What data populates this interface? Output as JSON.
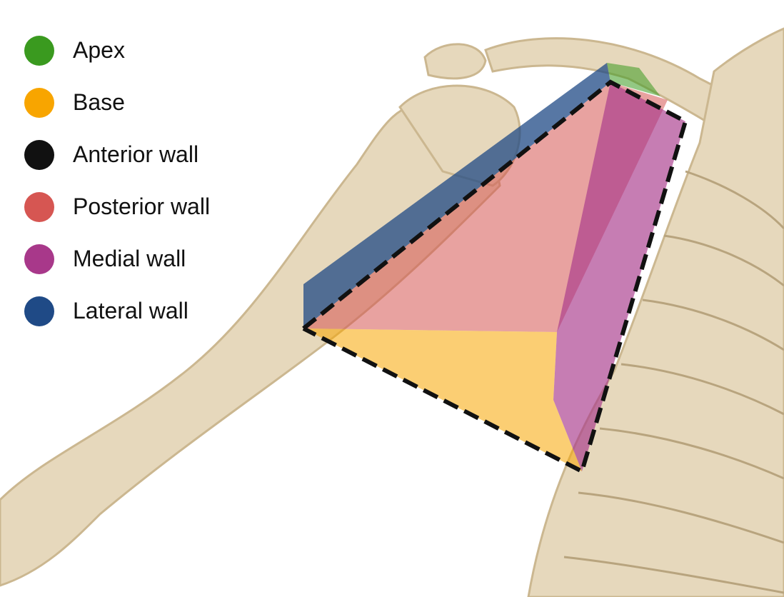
{
  "legend": [
    {
      "label": "Apex",
      "color": "#3a9a1f"
    },
    {
      "label": "Base",
      "color": "#f8a500"
    },
    {
      "label": "Anterior wall",
      "color": "#111111"
    },
    {
      "label": "Posterior wall",
      "color": "#d65652"
    },
    {
      "label": "Medial wall",
      "color": "#a8388a"
    },
    {
      "label": "Lateral wall",
      "color": "#1f4a86"
    }
  ],
  "colors": {
    "bone": "#e6d8bc",
    "bone_shade": "#cbb790"
  }
}
